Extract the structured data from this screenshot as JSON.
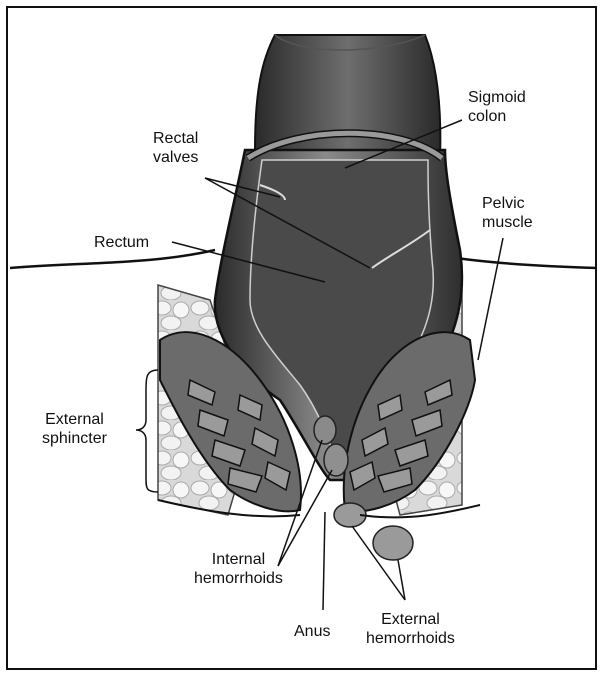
{
  "labels": {
    "sigmoid_colon": "Sigmoid\ncolon",
    "rectal_valves": "Rectal\nvalves",
    "pelvic_muscle": "Pelvic\nmuscle",
    "rectum": "Rectum",
    "external_sphincter": "External\nsphincter",
    "internal_hemorrhoids": "Internal\nhemorrhoids",
    "anus": "Anus",
    "external_hemorrhoids": "External\nhemorrhoids"
  },
  "colors": {
    "outline": "#111111",
    "muscle_dark": "#3a3a3a",
    "muscle_mid": "#7a7a7a",
    "muscle_light": "#b5b5b5",
    "fat": "#e8e8e8"
  }
}
